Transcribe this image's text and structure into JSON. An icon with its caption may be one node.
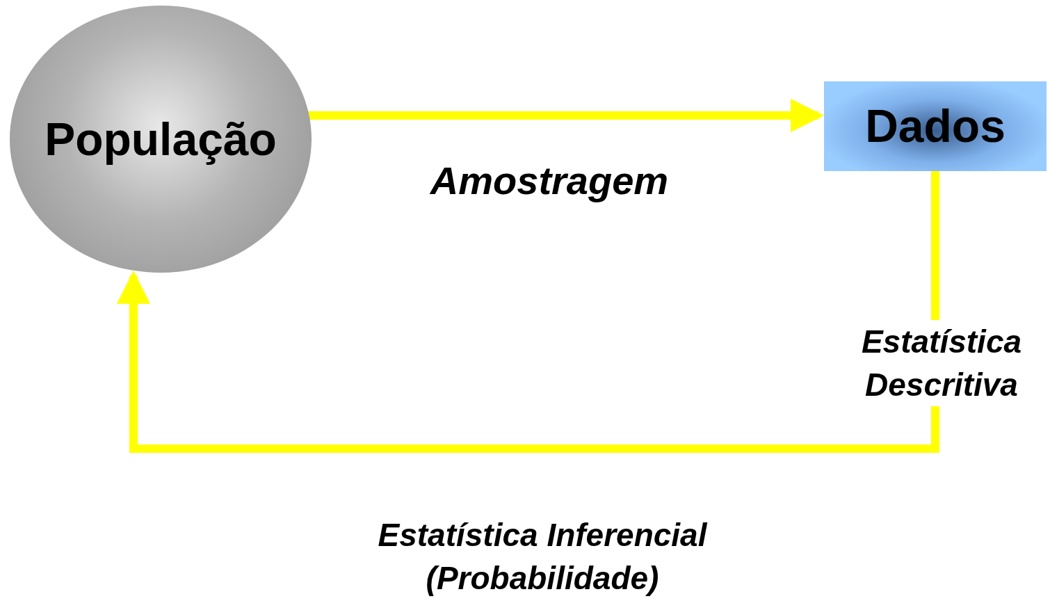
{
  "diagram": {
    "nodes": [
      {
        "text": [
          "População"
        ]
      },
      {
        "text": [
          "Dados"
        ]
      }
    ],
    "edges": [
      {
        "from": 0,
        "to": 1,
        "arrow": "to",
        "label": "Amostragem"
      },
      {
        "from": 1,
        "to": 0,
        "arrow": "to",
        "label": "Estatística Inferencial (Probabilidade)"
      }
    ],
    "labels": [
      "Estatística Descritiva"
    ]
  }
}
